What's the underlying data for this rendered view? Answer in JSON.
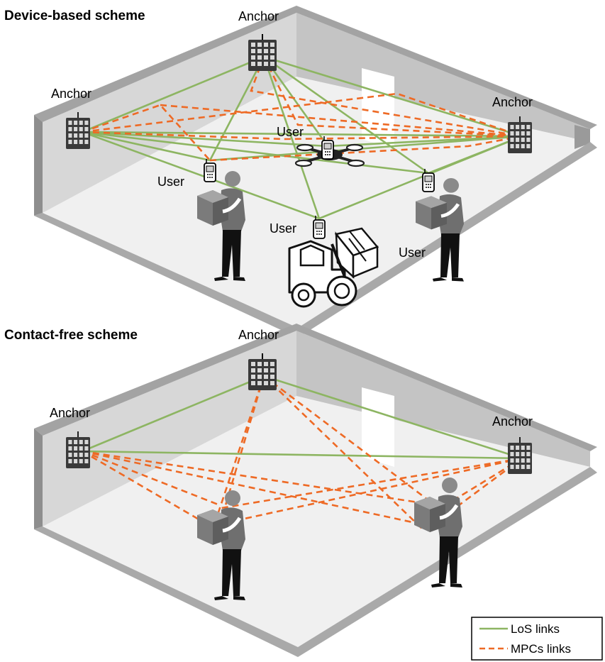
{
  "panels": [
    {
      "title": "Device-based scheme",
      "anchor_label": "Anchor",
      "user_label": "User"
    },
    {
      "title": "Contact-free scheme",
      "anchor_label": "Anchor"
    }
  ],
  "legend": {
    "los": "LoS links",
    "mpc": "MPCs links"
  },
  "colors": {
    "los": "#8db562",
    "mpc": "#ee6a25",
    "wall": "#c9c9c9",
    "floor": "#f0f0f0"
  }
}
